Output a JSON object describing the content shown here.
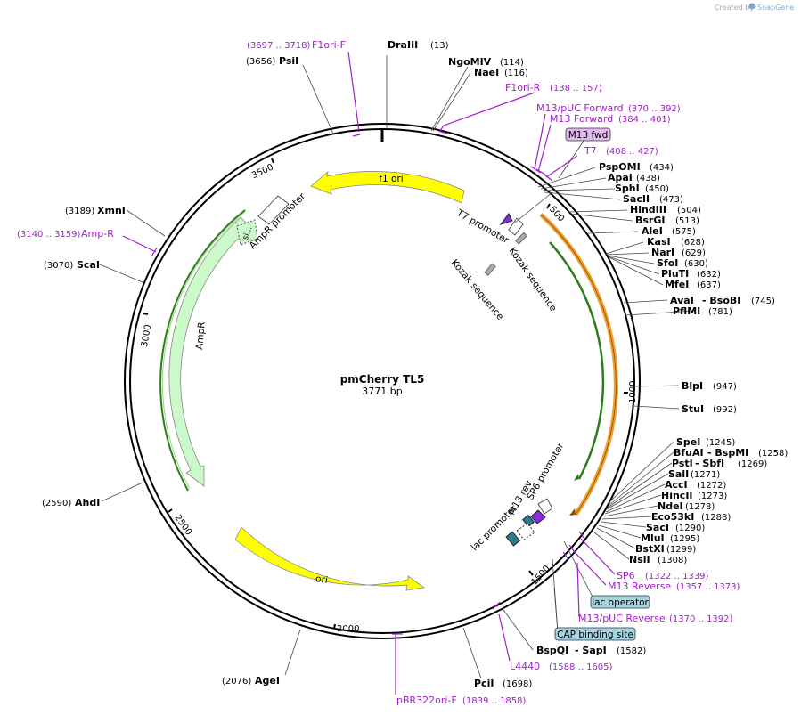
{
  "credit": {
    "text": "Created by",
    "logo": "SnapGene"
  },
  "plasmid": {
    "name": "pmCherry TL5",
    "length": "3771 bp"
  },
  "ticks": [
    "500",
    "1000",
    "1500",
    "2000",
    "2500",
    "3000",
    "3500"
  ],
  "features": [
    {
      "label": "f1 ori",
      "color": "#ffff00"
    },
    {
      "label": "ori",
      "color": "#ffff00"
    },
    {
      "label": "AmpR",
      "color": "#ccf9c9"
    },
    {
      "label": "AmpR promoter"
    },
    {
      "label": "si..."
    },
    {
      "label": "T7 promoter"
    },
    {
      "label": "Kozak sequence"
    },
    {
      "label": "Kozak sequence"
    },
    {
      "label": "M13 rev"
    },
    {
      "label": "SP6 promoter"
    },
    {
      "label": "lac promoter"
    }
  ],
  "enzymes": [
    {
      "pos": "(13)",
      "name": "DraIII"
    },
    {
      "pos": "(114)",
      "name": "NgoMIV"
    },
    {
      "pos": "(116)",
      "name": "NaeI"
    },
    {
      "pos": "(434)",
      "name": "PspOMI"
    },
    {
      "pos": "(438)",
      "name": "ApaI"
    },
    {
      "pos": "(450)",
      "name": "SphI"
    },
    {
      "pos": "(473)",
      "name": "SacII"
    },
    {
      "pos": "(504)",
      "name": "HindIII"
    },
    {
      "pos": "(513)",
      "name": "BsrGI"
    },
    {
      "pos": "(575)",
      "name": "AleI"
    },
    {
      "pos": "(628)",
      "name": "KasI"
    },
    {
      "pos": "(629)",
      "name": "NarI"
    },
    {
      "pos": "(630)",
      "name": "SfoI"
    },
    {
      "pos": "(632)",
      "name": "PluTI"
    },
    {
      "pos": "(637)",
      "name": "MfeI"
    },
    {
      "pos": "(745)",
      "name": "AvaI",
      "name2": "BsoBI"
    },
    {
      "pos": "(781)",
      "name": "PflMI"
    },
    {
      "pos": "(947)",
      "name": "BlpI"
    },
    {
      "pos": "(992)",
      "name": "StuI"
    },
    {
      "pos": "(1245)",
      "name": "SpeI"
    },
    {
      "pos": "(1258)",
      "name": "BfuAI",
      "name2": "BspMI"
    },
    {
      "pos": "(1269)",
      "name": "PstI",
      "name2": "SbfI"
    },
    {
      "pos": "(1271)",
      "name": "SalI"
    },
    {
      "pos": "(1272)",
      "name": "AccI"
    },
    {
      "pos": "(1273)",
      "name": "HincII"
    },
    {
      "pos": "(1278)",
      "name": "NdeI"
    },
    {
      "pos": "(1288)",
      "name": "Eco53kI"
    },
    {
      "pos": "(1290)",
      "name": "SacI"
    },
    {
      "pos": "(1295)",
      "name": "MluI"
    },
    {
      "pos": "(1299)",
      "name": "BstXI"
    },
    {
      "pos": "(1308)",
      "name": "NsiI"
    },
    {
      "pos": "(1582)",
      "name": "BspQI",
      "name2": "SapI"
    },
    {
      "pos": "(1698)",
      "name": "PciI"
    },
    {
      "pos": "(2076)",
      "name": "AgeI"
    },
    {
      "pos": "(2590)",
      "name": "AhdI"
    },
    {
      "pos": "(3070)",
      "name": "ScaI"
    },
    {
      "pos": "(3189)",
      "name": "XmnI"
    },
    {
      "pos": "(3656)",
      "name": "PsiI"
    }
  ],
  "primers": [
    {
      "pos": "(3697 .. 3718)",
      "name": "F1ori-F"
    },
    {
      "pos": "(138 .. 157)",
      "name": "F1ori-R"
    },
    {
      "pos": "(370 .. 392)",
      "name": "M13/pUC Forward"
    },
    {
      "pos": "(384 .. 401)",
      "name": "M13 Forward"
    },
    {
      "pos": "(408 .. 427)",
      "name": "T7"
    },
    {
      "pos": "(1322 .. 1339)",
      "name": "SP6"
    },
    {
      "pos": "(1357 .. 1373)",
      "name": "M13 Reverse"
    },
    {
      "pos": "(1370 .. 1392)",
      "name": "M13/pUC Reverse"
    },
    {
      "pos": "(1588 .. 1605)",
      "name": "L4440"
    },
    {
      "pos": "(1839 .. 1858)",
      "name": "pBR322ori-F"
    },
    {
      "pos": "(3140 .. 3159)",
      "name": "Amp-R"
    }
  ],
  "boxes": [
    {
      "label": "M13 fwd",
      "color": "#e3b8f0"
    },
    {
      "label": "lac operator",
      "color": "#a6d4e2"
    },
    {
      "label": "CAP binding site",
      "color": "#a6d4e2"
    }
  ],
  "colors": {
    "primer": "#a020c8",
    "backbone": "#000000",
    "orf_outline": "#2e7d1c",
    "orange": "#f0a030"
  }
}
